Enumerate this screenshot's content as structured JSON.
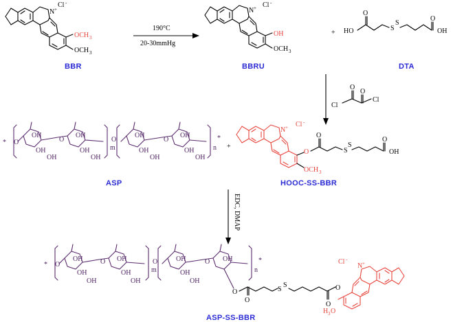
{
  "labels": {
    "bbr": "BBR",
    "bbru": "BBRU",
    "dta": "DTA",
    "asp": "ASP",
    "hooc_ss_bbr": "HOOC-SS-BBR",
    "asp_ss_bbr": "ASP-SS-BBR"
  },
  "conditions": {
    "step1_top": "190°C",
    "step1_bottom": "20-30mmHg",
    "step3": "EDC, DMAP"
  },
  "plus_sign": "+",
  "atoms": {
    "cl_minus": "Cl",
    "n_plus": "N",
    "och3": "OCH",
    "h3co": "H",
    "oh": "OH",
    "ho": "HO",
    "o": "O",
    "s": "S",
    "cl": "Cl",
    "m": "m",
    "n": "n",
    "star": "*"
  },
  "colors": {
    "label_blue": "#2b2bd6",
    "berberine_red": "#e8453c",
    "polysaccharide_purple": "#5a2a6e",
    "black": "#000000"
  }
}
